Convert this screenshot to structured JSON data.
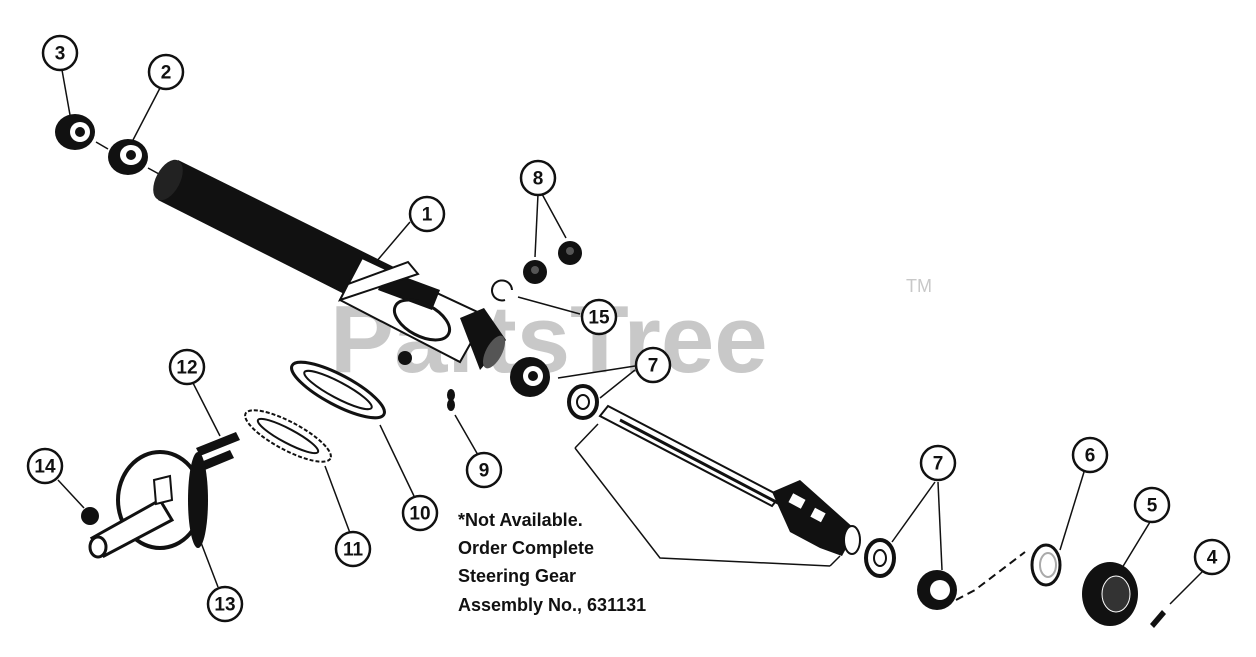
{
  "watermark": {
    "text": "PartsTree",
    "trademark": "TM"
  },
  "note": {
    "lines": [
      "*Not Available.",
      "Order Complete",
      "Steering Gear",
      "Assembly No., 631131"
    ]
  },
  "callouts": {
    "c1": "1",
    "c2": "2",
    "c3": "3",
    "c4": "4",
    "c5": "5",
    "c6": "6",
    "c7a": "7",
    "c7b": "7",
    "c8": "8",
    "c9": "9",
    "c10": "10",
    "c11": "11",
    "c12": "12",
    "c13": "13",
    "c14": "14",
    "c15": "15"
  }
}
